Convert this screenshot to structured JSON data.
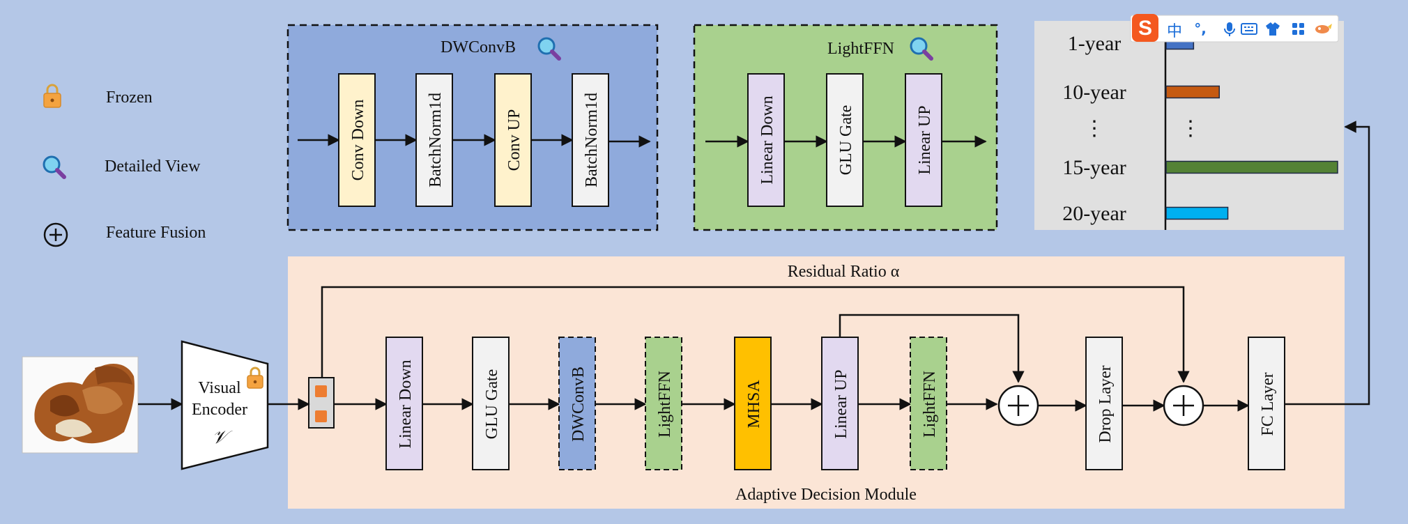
{
  "legend": [
    {
      "icon": "lock-icon",
      "label": "Frozen"
    },
    {
      "icon": "magnifier-icon",
      "label": "Detailed View"
    },
    {
      "icon": "circle-plus-icon",
      "label": "Feature Fusion"
    }
  ],
  "dwconvb": {
    "title": "DWConvB",
    "blocks": [
      "Conv Down",
      "BatchNorm1d",
      "Conv UP",
      "BatchNorm1d"
    ]
  },
  "lightffn": {
    "title": "LightFFN",
    "blocks": [
      "Linear Down",
      "GLU Gate",
      "Linear UP"
    ]
  },
  "module": {
    "title": "Adaptive Decision Module",
    "residual": "Residual Ratio α",
    "blocks": [
      "Linear Down",
      "GLU Gate",
      "DWConvB",
      "LightFFN",
      "MHSA",
      "Linear UP",
      "LightFFN",
      "Drop Layer",
      "FC Layer"
    ]
  },
  "encoder": {
    "line1": "Visual",
    "line2": "Encoder",
    "symbol": "𝒱"
  },
  "input_image": {
    "description": "dried-peel-photo"
  },
  "chart_data": {
    "type": "bar",
    "orientation": "horizontal",
    "categories": [
      "1-year",
      "10-year",
      "15-year",
      "20-year"
    ],
    "values": [
      0.16,
      0.31,
      1.0,
      0.36
    ],
    "colors": [
      "#4472c4",
      "#c55a11",
      "#548235",
      "#00b0f0"
    ],
    "xlim": [
      0,
      1
    ],
    "ellipsis": "⋮"
  },
  "colors": {
    "background": "#b4c7e7",
    "dwconvb_panel": "#8faadc",
    "lightffn_panel": "#a9d18e",
    "module_panel": "#fbe5d6",
    "chart_panel": "#e0e0e0",
    "yellow_block": "#fff2cc",
    "purple_block": "#e2d9f0",
    "white_block": "#f2f2f2",
    "blue_block": "#8faadc",
    "green_block": "#a9d18e",
    "mhsa_block": "#ffc000",
    "token_orange": "#ed7d31"
  },
  "ime_toolbar": {
    "items": [
      "中",
      "°,",
      "mic-icon",
      "keyboard-icon",
      "shirt-icon",
      "grid-icon",
      "menu-icon"
    ],
    "logo": "S"
  }
}
